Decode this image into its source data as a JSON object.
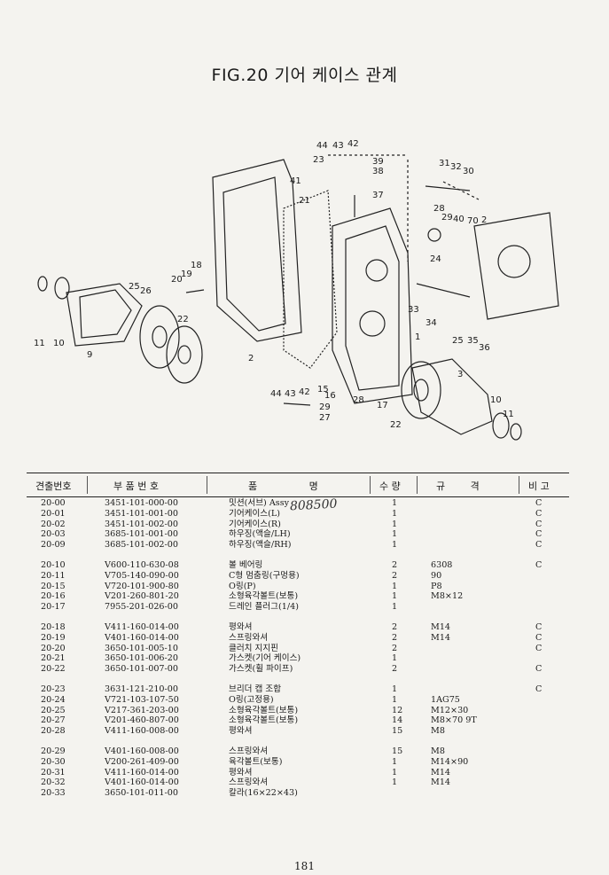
{
  "title": "FIG.20 기어 케이스 관계",
  "table": {
    "headers": [
      "견출번호",
      "부 품 번 호",
      "품 명",
      "수 량",
      "규 격",
      "비 고"
    ],
    "groups": [
      [
        {
          "no": "20-00",
          "part": "3451-101-000-00",
          "name": "밋션(서브) Assy",
          "qty": "1",
          "spec": "",
          "remark": "C"
        },
        {
          "no": "20-01",
          "part": "3451-101-001-00",
          "name": "기어케이스(L)",
          "qty": "1",
          "spec": "",
          "remark": "C"
        },
        {
          "no": "20-02",
          "part": "3451-101-002-00",
          "name": "기어케이스(R)",
          "qty": "1",
          "spec": "",
          "remark": "C"
        },
        {
          "no": "20-03",
          "part": "3685-101-001-00",
          "name": "하우징(액슬/LH)",
          "qty": "1",
          "spec": "",
          "remark": "C"
        },
        {
          "no": "20-09",
          "part": "3685-101-002-00",
          "name": "하우징(액슬/RH)",
          "qty": "1",
          "spec": "",
          "remark": "C"
        }
      ],
      [
        {
          "no": "20-10",
          "part": "V600-110-630-08",
          "name": "볼 베어링",
          "qty": "2",
          "spec": "6308",
          "remark": "C"
        },
        {
          "no": "20-11",
          "part": "V705-140-090-00",
          "name": "C형 멈춤링(구멍용)",
          "qty": "2",
          "spec": "90",
          "remark": ""
        },
        {
          "no": "20-15",
          "part": "V720-101-900-80",
          "name": "O링(P)",
          "qty": "1",
          "spec": "P8",
          "remark": ""
        },
        {
          "no": "20-16",
          "part": "V201-260-801-20",
          "name": "소형육각볼트(보통)",
          "qty": "1",
          "spec": "M8×12",
          "remark": ""
        },
        {
          "no": "20-17",
          "part": "7955-201-026-00",
          "name": "드레인 플러그(1/4)",
          "qty": "1",
          "spec": "",
          "remark": ""
        }
      ],
      [
        {
          "no": "20-18",
          "part": "V411-160-014-00",
          "name": "평와셔",
          "qty": "2",
          "spec": "M14",
          "remark": "C"
        },
        {
          "no": "20-19",
          "part": "V401-160-014-00",
          "name": "스프링와셔",
          "qty": "2",
          "spec": "M14",
          "remark": "C"
        },
        {
          "no": "20-20",
          "part": "3650-101-005-10",
          "name": "클러치 지지핀",
          "qty": "2",
          "spec": "",
          "remark": "C"
        },
        {
          "no": "20-21",
          "part": "3650-101-006-20",
          "name": "가스켓(기어 케이스)",
          "qty": "1",
          "spec": "",
          "remark": ""
        },
        {
          "no": "20-22",
          "part": "3650-101-007-00",
          "name": "가스켓(휠 파이프)",
          "qty": "2",
          "spec": "",
          "remark": "C"
        }
      ],
      [
        {
          "no": "20-23",
          "part": "3631-121-210-00",
          "name": "브리더 캡 조합",
          "qty": "1",
          "spec": "",
          "remark": "C"
        },
        {
          "no": "20-24",
          "part": "V721-103-107-50",
          "name": "O링(고정용)",
          "qty": "1",
          "spec": "1AG75",
          "remark": ""
        },
        {
          "no": "20-25",
          "part": "V217-361-203-00",
          "name": "소형육각볼트(보통)",
          "qty": "12",
          "spec": "M12×30",
          "remark": ""
        },
        {
          "no": "20-27",
          "part": "V201-460-807-00",
          "name": "소형육각볼트(보통)",
          "qty": "14",
          "spec": "M8×70 9T",
          "remark": ""
        },
        {
          "no": "20-28",
          "part": "V411-160-008-00",
          "name": "평와셔",
          "qty": "15",
          "spec": "M8",
          "remark": ""
        }
      ],
      [
        {
          "no": "20-29",
          "part": "V401-160-008-00",
          "name": "스프링와셔",
          "qty": "15",
          "spec": "M8",
          "remark": ""
        },
        {
          "no": "20-30",
          "part": "V200-261-409-00",
          "name": "육각볼트(보통)",
          "qty": "1",
          "spec": "M14×90",
          "remark": ""
        },
        {
          "no": "20-31",
          "part": "V411-160-014-00",
          "name": "평와셔",
          "qty": "1",
          "spec": "M14",
          "remark": ""
        },
        {
          "no": "20-32",
          "part": "V401-160-014-00",
          "name": "스프링와셔",
          "qty": "1",
          "spec": "M14",
          "remark": ""
        },
        {
          "no": "20-33",
          "part": "3650-101-011-00",
          "name": "칼라(16×22×43)",
          "qty": "",
          "spec": "",
          "remark": ""
        }
      ]
    ]
  },
  "handwritten_note": "808500",
  "page_number": "181",
  "callouts": [
    "44",
    "43",
    "42",
    "23",
    "39",
    "38",
    "37",
    "41",
    "21",
    "31",
    "32",
    "30",
    "28",
    "29",
    "40",
    "70",
    "2",
    "24",
    "18",
    "19",
    "20",
    "22",
    "25",
    "26",
    "11",
    "10",
    "9",
    "2",
    "33",
    "34",
    "1",
    "25",
    "35",
    "36",
    "3",
    "44",
    "43",
    "42",
    "15",
    "16",
    "29",
    "27",
    "28",
    "17",
    "22",
    "10",
    "11"
  ]
}
